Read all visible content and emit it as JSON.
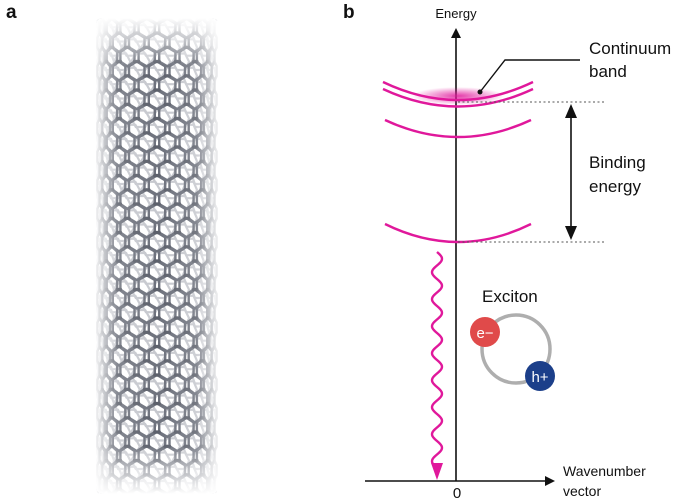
{
  "panels": {
    "a": {
      "label": "a"
    },
    "b": {
      "label": "b"
    }
  },
  "diagram": {
    "y_axis_label": "Energy",
    "x_axis_label_line1": "Wavenumber",
    "x_axis_label_line2": "vector",
    "origin_label": "0",
    "continuum_label_line1": "Continuum",
    "continuum_label_line2": "band",
    "binding_label_line1": "Binding",
    "binding_label_line2": "energy",
    "exciton_label": "Exciton",
    "electron_label": "e−",
    "hole_label": "h+",
    "colors": {
      "band": "#e0189b",
      "electron": "#e04a4a",
      "hole": "#1c3f8a",
      "nanotube": "#6e727d",
      "orbit": "#aeaeae"
    }
  }
}
